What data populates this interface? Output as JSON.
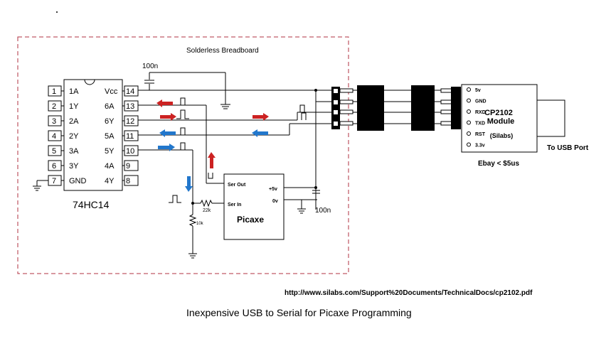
{
  "breadboard_label": "Solderless Breadboard",
  "ic": {
    "name": "74HC14",
    "left_pins": [
      {
        "num": "1",
        "label": "1A"
      },
      {
        "num": "2",
        "label": "1Y"
      },
      {
        "num": "3",
        "label": "2A"
      },
      {
        "num": "4",
        "label": "2Y"
      },
      {
        "num": "5",
        "label": "3A"
      },
      {
        "num": "6",
        "label": "3Y"
      },
      {
        "num": "7",
        "label": "GND"
      }
    ],
    "right_pins": [
      {
        "num": "14",
        "label": "Vcc"
      },
      {
        "num": "13",
        "label": "6A"
      },
      {
        "num": "12",
        "label": "6Y"
      },
      {
        "num": "11",
        "label": "5A"
      },
      {
        "num": "10",
        "label": "5Y"
      },
      {
        "num": "9",
        "label": "4A"
      },
      {
        "num": "8",
        "label": "4Y"
      }
    ]
  },
  "picaxe": {
    "name": "Picaxe",
    "ser_out": "Ser Out",
    "ser_in": "Ser In",
    "v5": "+5v",
    "v0": "0v"
  },
  "components": {
    "cap_top": "100n",
    "cap_bottom": "100n",
    "r22k": "22k",
    "r10k": "10k"
  },
  "cp2102": {
    "title_line1": "CP2102",
    "title_line2": "Module",
    "title_line3": "(Silabs)",
    "pins": [
      "5v",
      "GND",
      "RXD",
      "TXD",
      "RST",
      "3.3v"
    ],
    "price": "Ebay < $5us",
    "usb_label": "To USB Port"
  },
  "url": "http://www.silabs.com/Support%20Documents/TechnicalDocs/cp2102.pdf",
  "caption": "Inexpensive USB to Serial for Picaxe Programming",
  "colors": {
    "border": "#b03040",
    "arrow_red": "#cc2222",
    "arrow_blue": "#2277cc",
    "connector": "#000000"
  }
}
